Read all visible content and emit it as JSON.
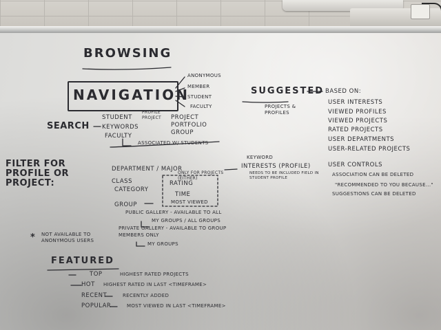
{
  "colors": {
    "ink": "#2b2b30",
    "board": "#e4e3e0",
    "wall": "#cdc9c2"
  },
  "title": "Browsing",
  "navigation": {
    "label": "Navigation",
    "roles": [
      "Anonymous",
      "Member",
      "Student",
      "Faculty"
    ]
  },
  "search": {
    "label": "Search",
    "student": "Student",
    "profile_project": "Profile Project",
    "keywords": "Keywords",
    "project": "Project",
    "portfolio": "Portfolio",
    "faculty": "Faculty",
    "group": "Group",
    "associated": "Associated w/ Students"
  },
  "suggested": {
    "label": "Suggested",
    "based_on": "Based on:",
    "for": "Projects & Profiles",
    "items": [
      "User Interests",
      "Viewed Profiles",
      "Viewed Projects",
      "Rated Projects",
      "User Departments",
      "User-Related Projects"
    ],
    "user_controls": "User Controls",
    "controls": [
      "Association can be deleted",
      "\"Recommended to you because...\"",
      "Suggestions can be deleted"
    ]
  },
  "filter": {
    "label": "Filter for Profile or Project:",
    "items": [
      "Department / Major",
      "Class",
      "Category",
      "Group"
    ],
    "only_for_project": "Only for projects (either)",
    "sub_items": [
      "Rating",
      "Time",
      "Most viewed"
    ],
    "keyword_note": "Keyword",
    "interests": "Interests (profile)",
    "interests_note": "Needs to be included field in student profile",
    "public_gallery": "Public gallery - available to all",
    "my_groups_all": "My groups / all groups",
    "private_gallery": "Private gallery - available to group members only",
    "my_groups": "My groups",
    "not_available": "Not available to anonymous users"
  },
  "featured": {
    "label": "Featured",
    "items": [
      {
        "name": "Top",
        "desc": "Highest rated projects"
      },
      {
        "name": "Hot",
        "desc": "Highest rated in last <timeframe>"
      },
      {
        "name": "Recent",
        "desc": "Recently added"
      },
      {
        "name": "Popular",
        "desc": "Most viewed in last <timeframe>"
      }
    ]
  }
}
